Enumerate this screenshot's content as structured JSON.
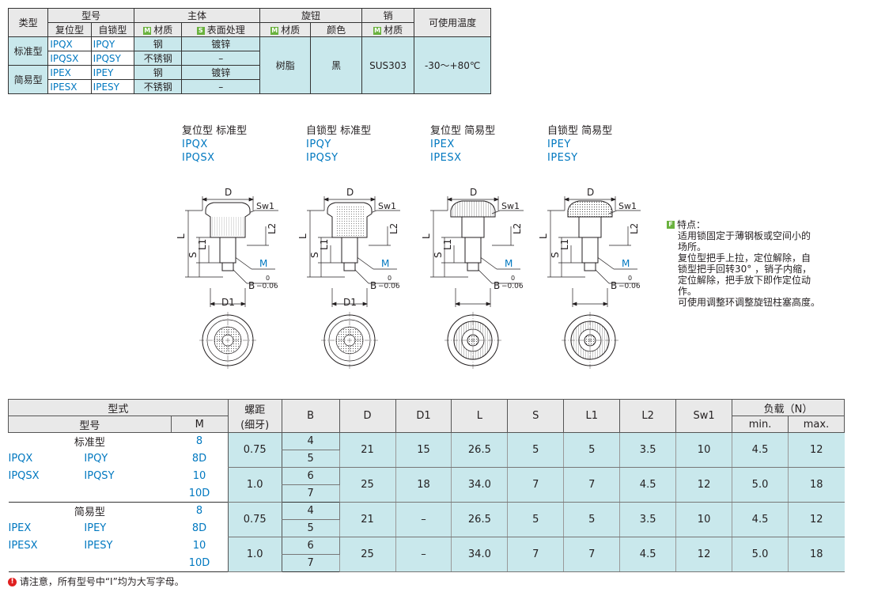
{
  "spec_table": {
    "headers": {
      "type": "类型",
      "model": "型号",
      "reset": "复位型",
      "lock": "自锁型",
      "body": "主体",
      "material": "材质",
      "surface": "表面处理",
      "knob": "旋钮",
      "knob_material": "材质",
      "color": "颜色",
      "pin": "销",
      "pin_material": "材质",
      "temp": "可使用温度",
      "badge_m": "M",
      "badge_s": "S"
    },
    "groups": [
      {
        "type": "标准型",
        "rows": [
          {
            "reset": "IPQX",
            "lock": "IPQY",
            "material": "钢",
            "surface": "镀锌"
          },
          {
            "reset": "IPQSX",
            "lock": "IPQSY",
            "material": "不锈钢",
            "surface": "–"
          }
        ]
      },
      {
        "type": "简易型",
        "rows": [
          {
            "reset": "IPEX",
            "lock": "IPEY",
            "material": "钢",
            "surface": "镀锌"
          },
          {
            "reset": "IPESX",
            "lock": "IPESY",
            "material": "不锈钢",
            "surface": "–"
          }
        ]
      }
    ],
    "knob_material": "树脂",
    "knob_color": "黑",
    "pin_material": "SUS303",
    "temperature": "-30～+80℃"
  },
  "captions": [
    {
      "title": "复位型 标准型",
      "m1": "IPQX",
      "m2": "IPQSX"
    },
    {
      "title": "自锁型 标准型",
      "m1": "IPQY",
      "m2": "IPQSY"
    },
    {
      "title": "复位型 简易型",
      "m1": "IPEX",
      "m2": "IPESX"
    },
    {
      "title": "自锁型 简易型",
      "m1": "IPEY",
      "m2": "IPESY"
    }
  ],
  "drawing_labels": {
    "d": "D",
    "sw": "Sw1",
    "l": "L",
    "s": "S",
    "l1": "L1",
    "l2": "L2",
    "m": "M",
    "b": "B",
    "tol_top": "0",
    "tol_bottom": "−0.06",
    "d1": "D1"
  },
  "notes": {
    "badge": "F",
    "title": "特点：",
    "lines": [
      "适用锁固定于薄钢板或空间小的",
      "场所。",
      "复位型把手上拉，定位解除，自",
      "锁型把手回转30° ，销子内缩，",
      "定位解除，把手放下即作定位动",
      "作。",
      "可使用调整环调整旋钮柱塞高度。"
    ]
  },
  "dim_table": {
    "headers": {
      "form": "型式",
      "model": "型号",
      "m": "M",
      "pitch": "螺距",
      "pitch2": "(细牙)",
      "b": "B",
      "d": "D",
      "d1": "D1",
      "l": "L",
      "s": "S",
      "l1": "L1",
      "l2": "L2",
      "sw": "Sw1",
      "load": "负载（N）",
      "min": "min.",
      "max": "max."
    },
    "groups": [
      {
        "name": "标准型",
        "models": [
          [
            "IPQX",
            "IPQY"
          ],
          [
            "IPQSX",
            "IPQSY"
          ]
        ],
        "rows": [
          {
            "m": [
              "8",
              "8D"
            ],
            "pitch": "0.75",
            "b": [
              "4",
              "5"
            ],
            "d": "21",
            "d1": "15",
            "l": "26.5",
            "s": "5",
            "l1": "5",
            "l2": "3.5",
            "sw": "10",
            "min": "4.5",
            "max": "12"
          },
          {
            "m": [
              "10",
              "10D"
            ],
            "pitch": "1.0",
            "b": [
              "6",
              "7"
            ],
            "d": "25",
            "d1": "18",
            "l": "34.0",
            "s": "7",
            "l1": "7",
            "l2": "4.5",
            "sw": "12",
            "min": "5.0",
            "max": "18"
          }
        ]
      },
      {
        "name": "简易型",
        "models": [
          [
            "IPEX",
            "IPEY"
          ],
          [
            "IPESX",
            "IPESY"
          ]
        ],
        "rows": [
          {
            "m": [
              "8",
              "8D"
            ],
            "pitch": "0.75",
            "b": [
              "4",
              "5"
            ],
            "d": "21",
            "d1": "–",
            "l": "26.5",
            "s": "5",
            "l1": "5",
            "l2": "3.5",
            "sw": "10",
            "min": "4.5",
            "max": "12"
          },
          {
            "m": [
              "10",
              "10D"
            ],
            "pitch": "1.0",
            "b": [
              "6",
              "7"
            ],
            "d": "25",
            "d1": "–",
            "l": "34.0",
            "s": "7",
            "l1": "7",
            "l2": "4.5",
            "sw": "12",
            "min": "5.0",
            "max": "18"
          }
        ]
      }
    ]
  },
  "footnote": {
    "icon": "!",
    "text": "请注意，所有型号中“I”均为大写字母。"
  },
  "colors": {
    "accent_blue": "#0078c0",
    "cyan_fill": "#c9e8ec",
    "header_gray": "#e9e9e9",
    "badge_green": "#6ab23e"
  }
}
